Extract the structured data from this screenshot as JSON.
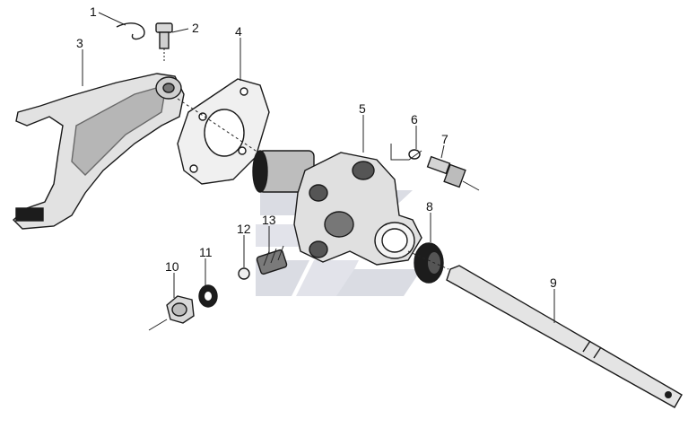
{
  "callouts": [
    "1",
    "2",
    "3",
    "4",
    "5",
    "6",
    "7",
    "8",
    "9",
    "10",
    "11",
    "12",
    "13"
  ],
  "colors": {
    "ink": "#1a1a1a",
    "part_fill": "#e2e2e2",
    "part_shade": "#9a9a9a",
    "dark_part": "#1c1c1c",
    "watermark": "#d7d9e1"
  }
}
